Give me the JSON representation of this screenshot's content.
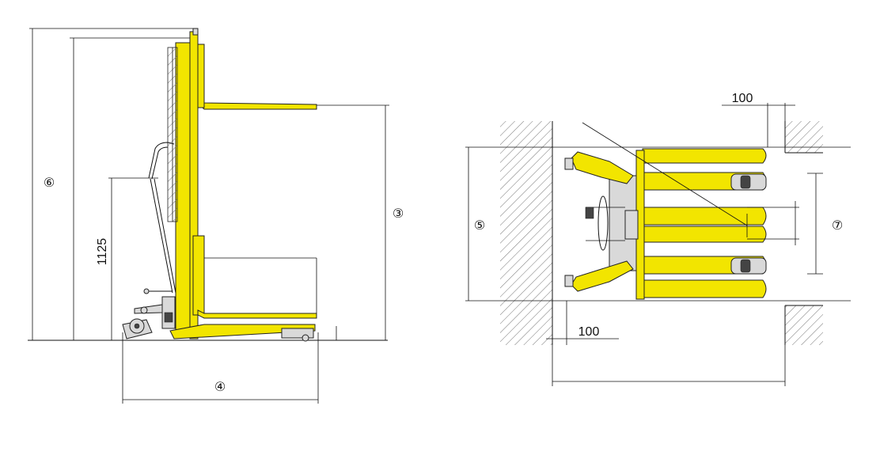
{
  "side_view": {
    "dim_height_total": "⑥",
    "dim_height_handle": "1125",
    "dim_lift_height": "③",
    "dim_length": "④"
  },
  "top_view": {
    "dim_outer_width": "⑤",
    "dim_fork_spread": "⑦",
    "clearance_top": "100",
    "clearance_bottom": "100"
  },
  "colors": {
    "frame": "#f2e500",
    "line": "#111111",
    "hatch": "#777777"
  }
}
